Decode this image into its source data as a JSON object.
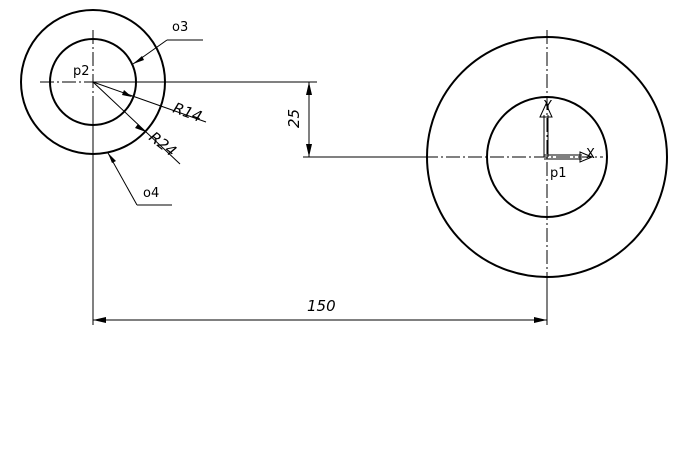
{
  "points": {
    "p1": "p1",
    "p2": "p2"
  },
  "callouts": {
    "o3": "o3",
    "o4": "o4"
  },
  "radii": {
    "inner": "R14",
    "outer": "R24"
  },
  "dimensions": {
    "horizontal": "150",
    "vertical": "25"
  },
  "axes": {
    "x": "X",
    "y": "Y"
  }
}
